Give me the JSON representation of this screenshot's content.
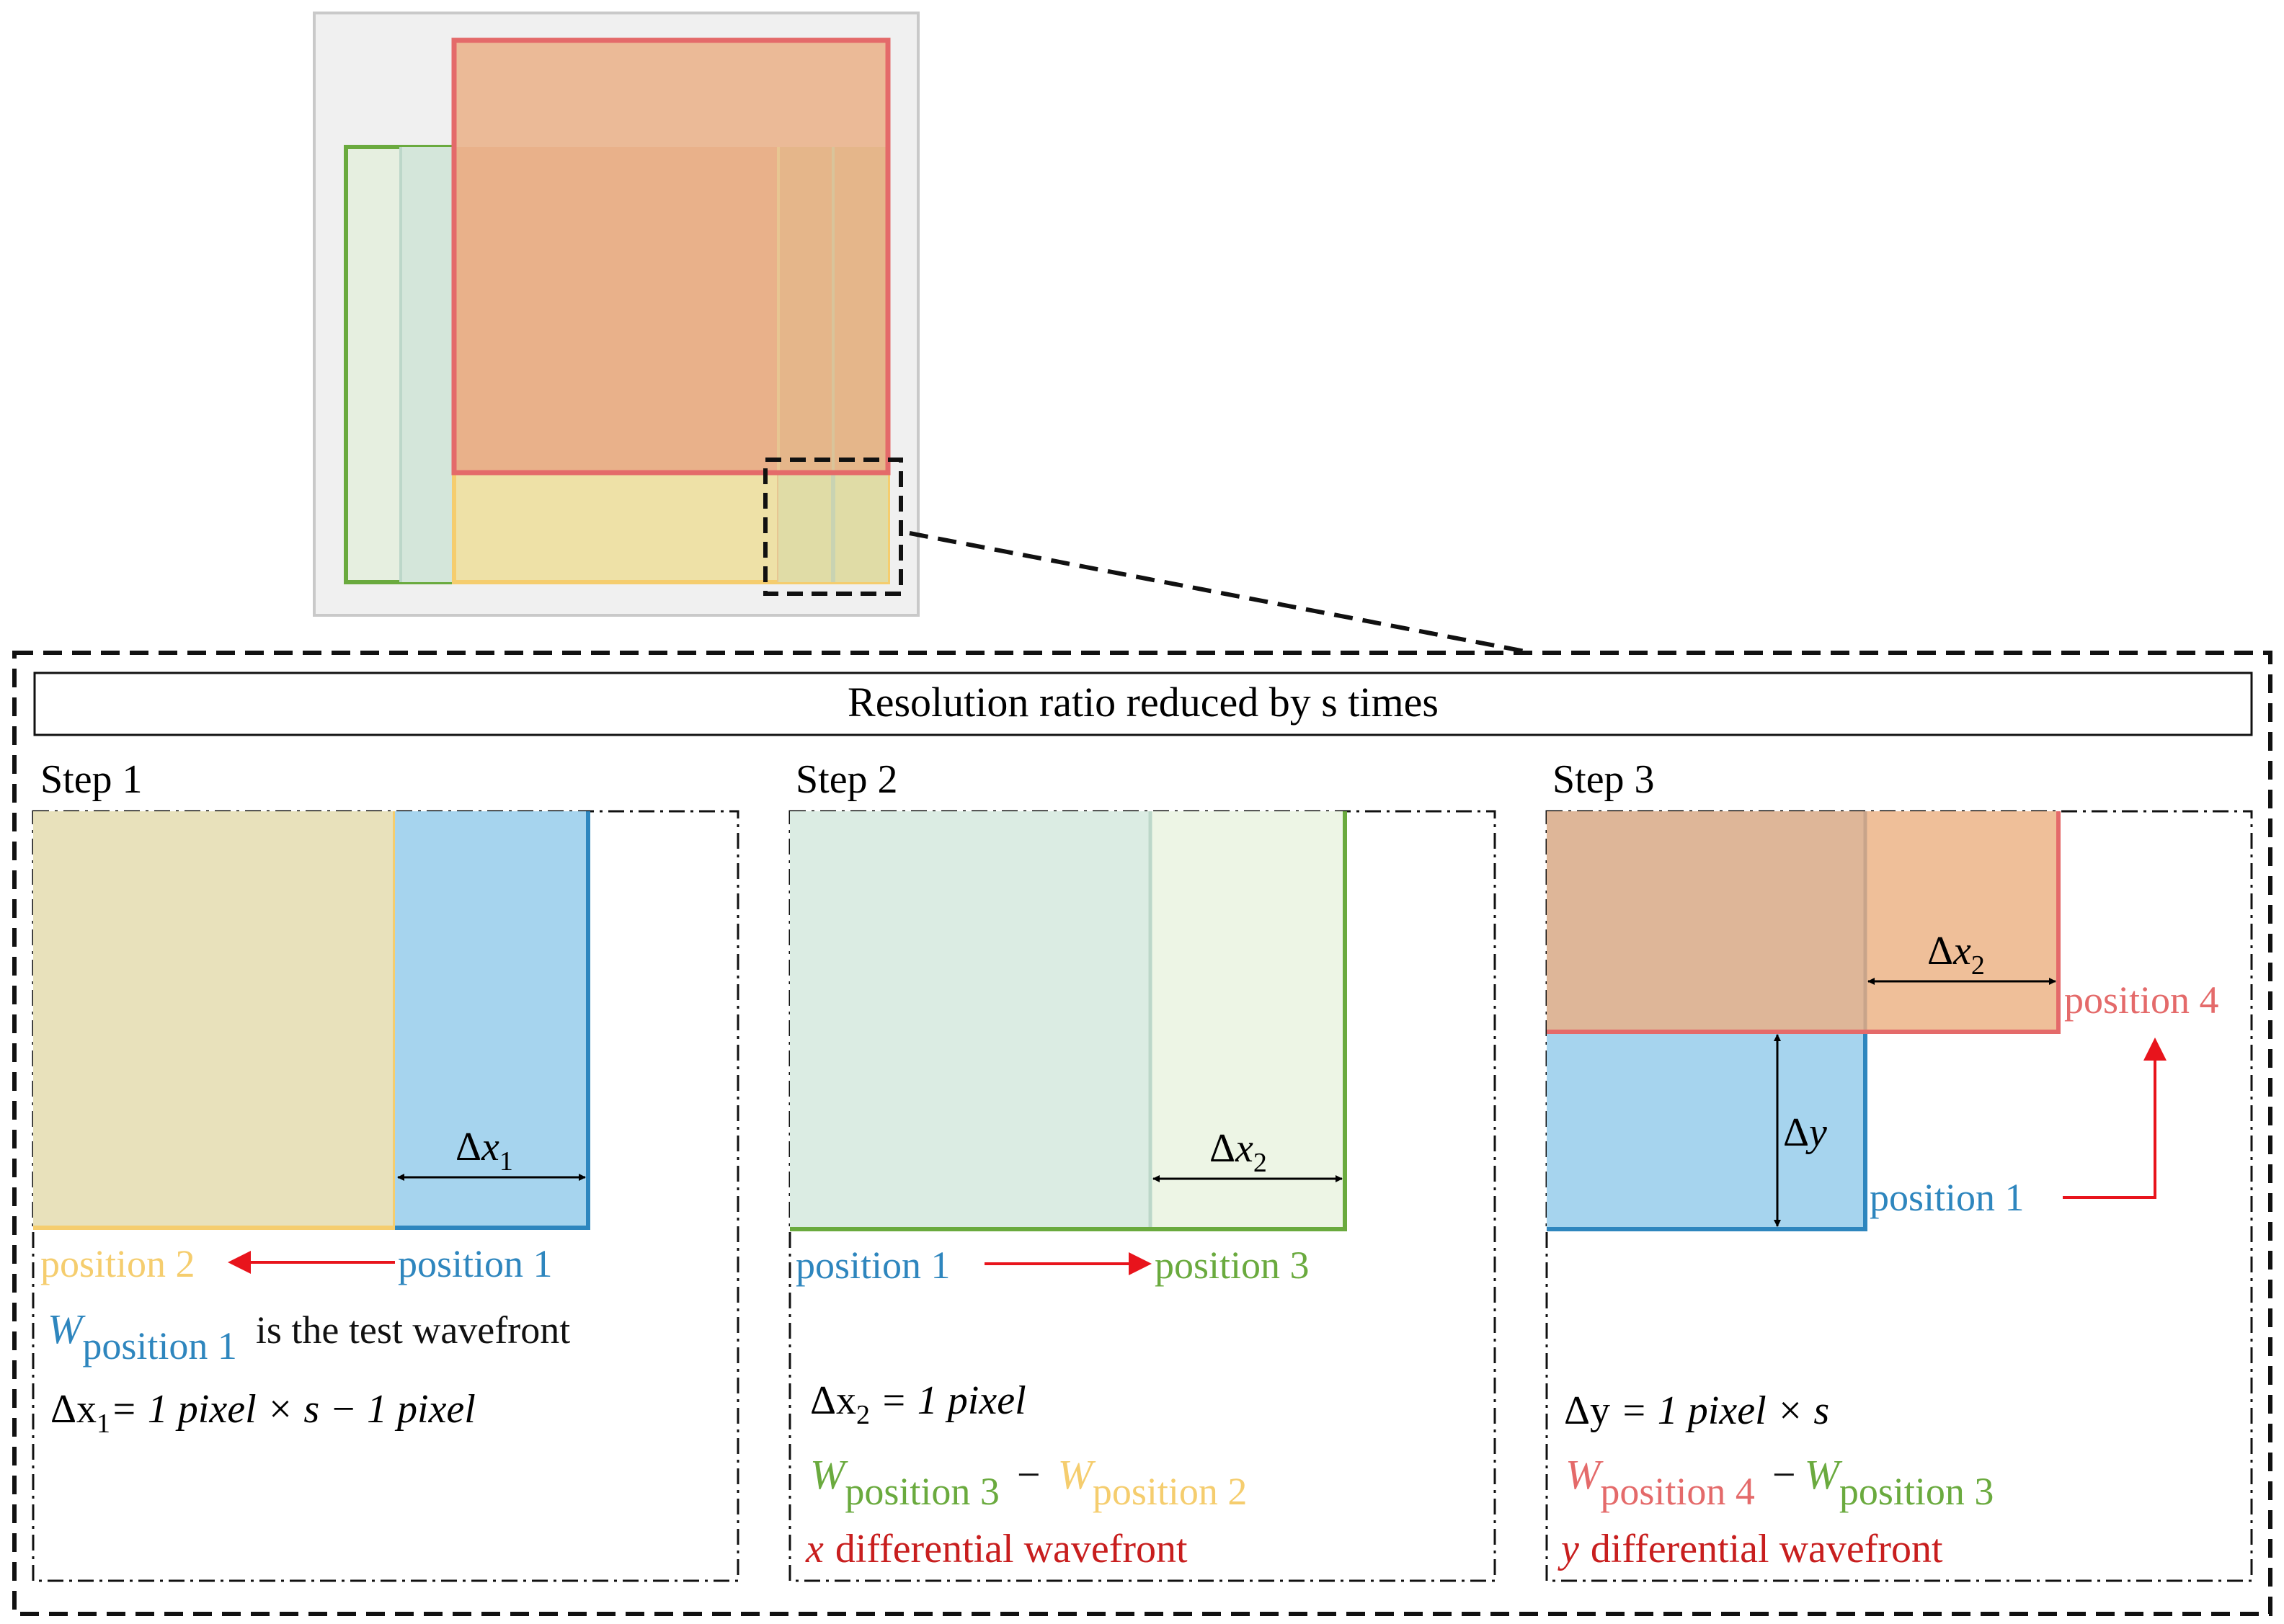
{
  "banner": {
    "text": "Resolution ratio reduced by s times"
  },
  "steps": [
    {
      "title": "Step 1",
      "dim_label": {
        "delta": "Δ",
        "var": "x",
        "sub": "1"
      },
      "positions": {
        "left": "position 2",
        "right": "position 1"
      },
      "wavefront_line": {
        "symbol": "W",
        "subscript": "position 1",
        "text": "is the test wavefront"
      },
      "equation": {
        "lhs": "Δx",
        "lhs_sub": "1",
        "rhs": "= 1 pixel × s − 1 pixel"
      }
    },
    {
      "title": "Step 2",
      "dim_label": {
        "delta": "Δ",
        "var": "x",
        "sub": "2"
      },
      "positions": {
        "left": "position 1",
        "right": "position 3"
      },
      "equation": {
        "lhs": "Δx",
        "lhs_sub": "2",
        "rhs": " = 1 pixel"
      },
      "difference": {
        "a_symbol": "W",
        "a_sub": "position 3",
        "minus": "−",
        "b_symbol": "W",
        "b_sub": "position 2"
      },
      "result": {
        "var": "x",
        "text": "differential wavefront"
      }
    },
    {
      "title": "Step 3",
      "dim_labels": [
        {
          "delta": "Δ",
          "var": "x",
          "sub": "2"
        },
        {
          "delta": "Δ",
          "var": "y",
          "sub": ""
        }
      ],
      "positions": {
        "top": "position 4",
        "bottom": "position 1"
      },
      "equation": {
        "lhs": "Δy",
        "rhs": " = 1 pixel × s"
      },
      "difference": {
        "a_symbol": "W",
        "a_sub": "position 4",
        "minus": "−",
        "b_symbol": "W",
        "b_sub": "position 3"
      },
      "result": {
        "var": "y",
        "text": "differential wavefront"
      }
    }
  ],
  "colors": {
    "yellow": "#f5cd6e",
    "blue": "#2e86be",
    "green": "#6aaa3e",
    "salmon": "#e46a6a",
    "red": "#e8141c",
    "dark_red": "#c81e1e"
  }
}
